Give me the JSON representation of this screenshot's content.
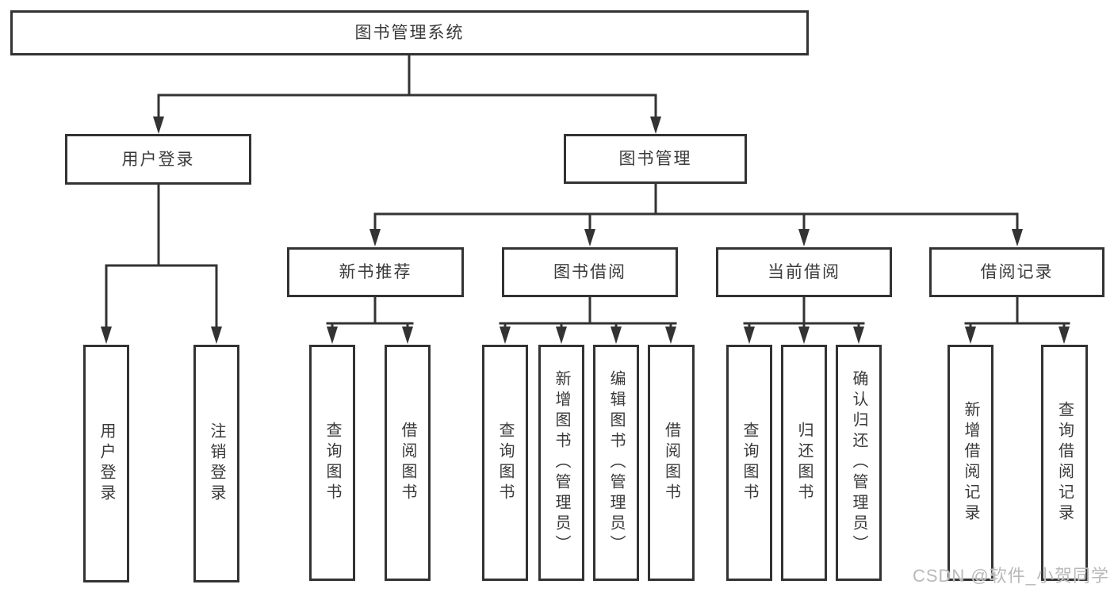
{
  "diagram": {
    "title": "图书管理系统",
    "level2": [
      {
        "label": "用户登录"
      },
      {
        "label": "图书管理"
      }
    ],
    "level3": [
      {
        "label": "新书推荐"
      },
      {
        "label": "图书借阅"
      },
      {
        "label": "当前借阅"
      },
      {
        "label": "借阅记录"
      }
    ],
    "leaves": {
      "user_login": [
        "用户登录",
        "注销登录"
      ],
      "new_book": [
        "查询图书",
        "借阅图书"
      ],
      "book_borrow": [
        "查询图书",
        "新增图书（管理员）",
        "编辑图书（管理员）",
        "借阅图书"
      ],
      "current_borrow": [
        "查询图书",
        "归还图书",
        "确认归还（管理员）"
      ],
      "borrow_record": [
        "新增借阅记录",
        "查询借阅记录"
      ]
    }
  },
  "watermark": "CSDN @软件_小贺同学",
  "colors": {
    "line": "#333333",
    "box_border": "#333333",
    "text": "#3a3a3a",
    "watermark": "#b9b9b9",
    "background": "#ffffff"
  }
}
